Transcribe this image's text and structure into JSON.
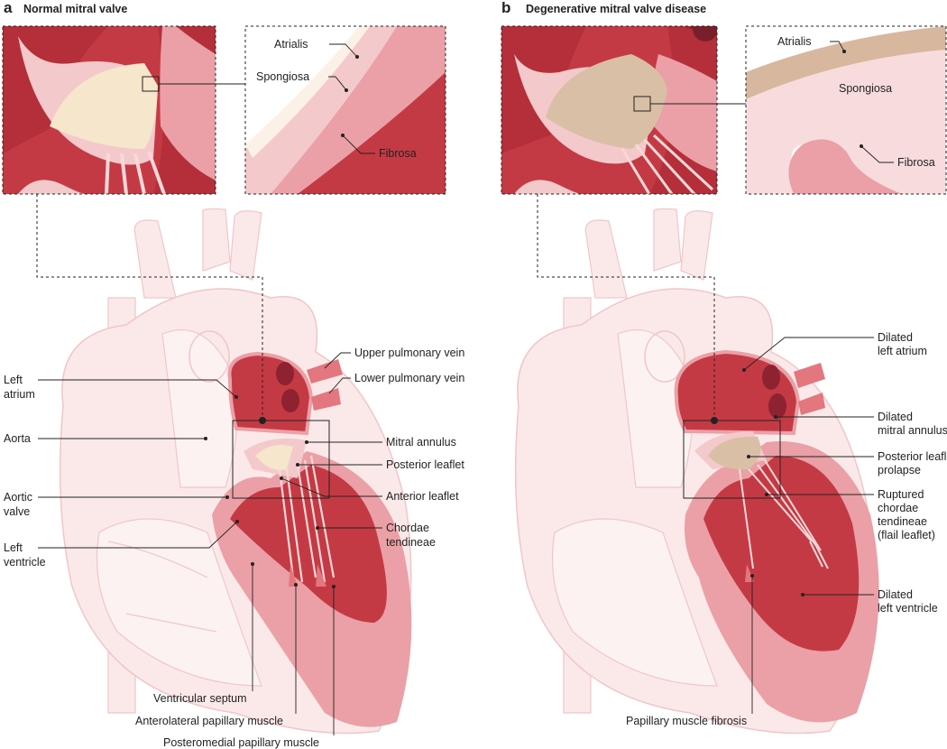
{
  "panel_a": {
    "letter": "a",
    "title": "Normal mitral valve",
    "inset_labels": {
      "atrialis": "Atrialis",
      "spongiosa": "Spongiosa",
      "fibrosa": "Fibrosa"
    },
    "labels": {
      "left_atrium_1": "Left",
      "left_atrium_2": "atrium",
      "aorta": "Aorta",
      "aortic_valve_1": "Aortic",
      "aortic_valve_2": "valve",
      "left_ventricle_1": "Left",
      "left_ventricle_2": "ventricle",
      "upper_pulmonary_vein": "Upper pulmonary vein",
      "lower_pulmonary_vein": "Lower pulmonary vein",
      "mitral_annulus": "Mitral annulus",
      "posterior_leaflet": "Posterior leaflet",
      "anterior_leaflet": "Anterior leaflet",
      "chordae_1": "Chordae",
      "chordae_2": "tendineae",
      "ventricular_septum": "Ventricular septum",
      "anterolateral_papillary_muscle": "Anterolateral papillary muscle",
      "posteromedial_papillary_muscle": "Posteromedial papillary muscle"
    }
  },
  "panel_b": {
    "letter": "b",
    "title": "Degenerative mitral valve disease",
    "inset_labels": {
      "atrialis": "Atrialis",
      "spongiosa": "Spongiosa",
      "fibrosa": "Fibrosa"
    },
    "labels": {
      "dilated_left_atrium_1": "Dilated",
      "dilated_left_atrium_2": "left atrium",
      "dilated_mitral_annulus_1": "Dilated",
      "dilated_mitral_annulus_2": "mitral annulus",
      "posterior_leaflet_prolapse_1": "Posterior leaflet",
      "posterior_leaflet_prolapse_2": "prolapse",
      "ruptured_chordae_1": "Ruptured",
      "ruptured_chordae_2": "chordae",
      "ruptured_chordae_3": "tendineae",
      "ruptured_chordae_4": "(flail leaflet)",
      "dilated_left_ventricle_1": "Dilated",
      "dilated_left_ventricle_2": "left ventricle",
      "papillary_muscle_fibrosis": "Papillary muscle fibrosis"
    }
  },
  "colors": {
    "muscle_dark": "#b8313b",
    "muscle_mid": "#d7505a",
    "muscle_light": "#eaa0a6",
    "tissue_pale": "#f8e3e3",
    "ghost": "#fbe9e9",
    "ghost_line": "#f0c6c8",
    "leaflet_normal": "#f5e6cc",
    "leaflet_disease": "#d9bfa6",
    "atrialis_normal": "#fbf1e6",
    "atrialis_disease": "#d8b79f"
  }
}
